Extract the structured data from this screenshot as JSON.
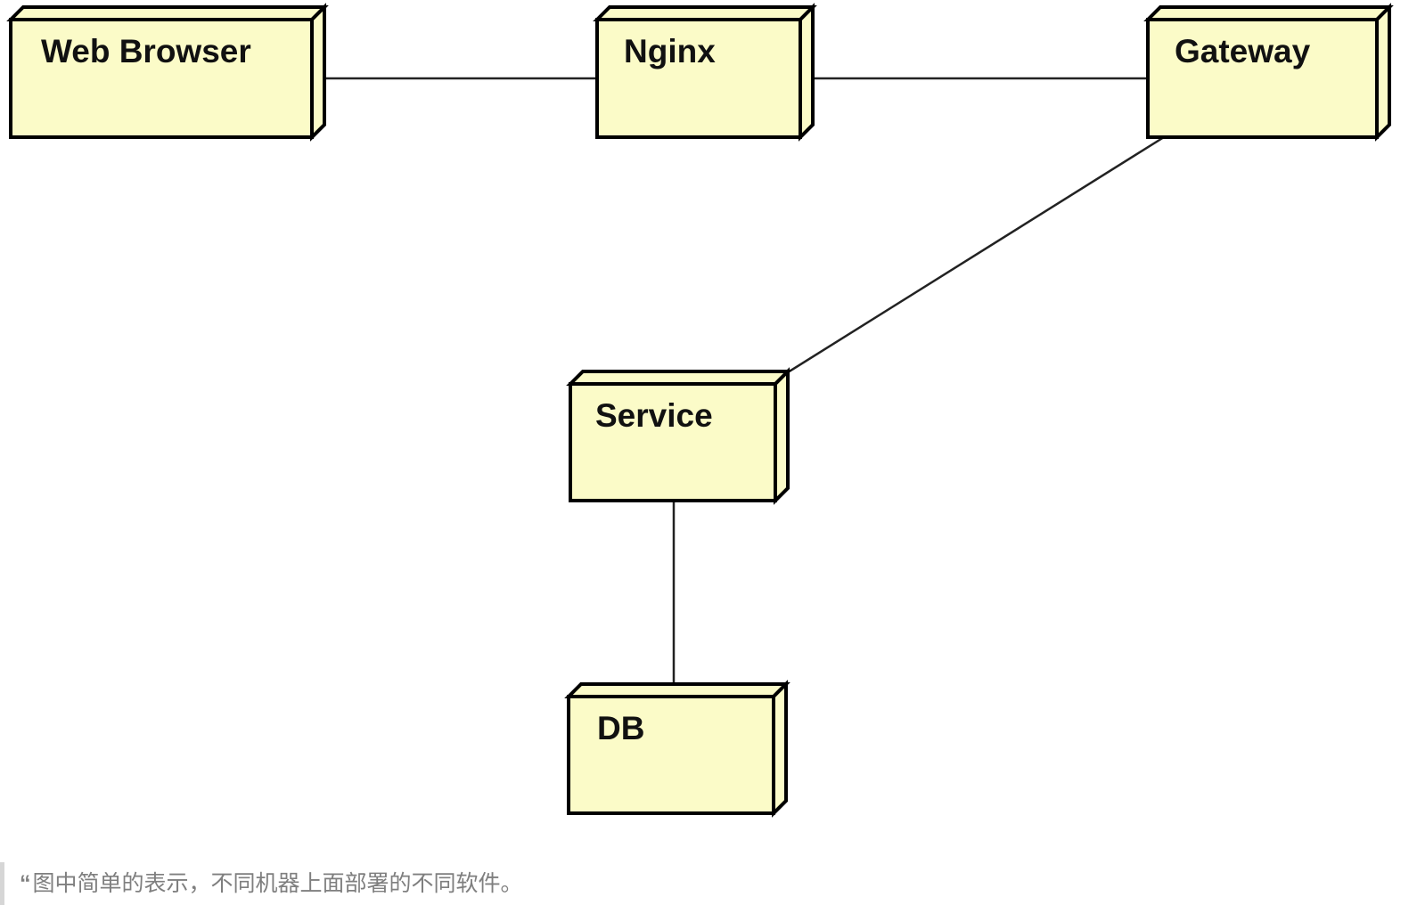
{
  "page": {
    "background": "#ffffff"
  },
  "diagram": {
    "type": "uml-deployment-diagram",
    "node_fill": "#FBFBC8",
    "node_stroke": "#000000",
    "connector_color": "#222222",
    "nodes": [
      {
        "id": "web-browser",
        "label": "Web Browser"
      },
      {
        "id": "nginx",
        "label": "Nginx"
      },
      {
        "id": "gateway",
        "label": "Gateway"
      },
      {
        "id": "service",
        "label": "Service"
      },
      {
        "id": "db",
        "label": "DB"
      }
    ],
    "edges": [
      {
        "from": "web-browser",
        "to": "nginx"
      },
      {
        "from": "nginx",
        "to": "gateway"
      },
      {
        "from": "gateway",
        "to": "service"
      },
      {
        "from": "service",
        "to": "db"
      }
    ]
  },
  "caption": {
    "quote_mark": "“",
    "text": "图中简单的表示，不同机器上面部署的不同软件。",
    "text_color": "#7f7f7f",
    "bar_color": "#d6d6d6"
  }
}
